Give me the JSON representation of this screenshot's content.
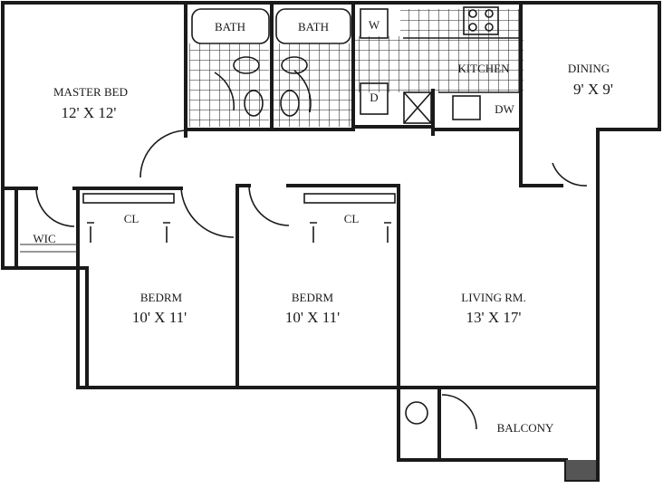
{
  "rooms": {
    "master_bed": {
      "name": "MASTER BED",
      "size": "12' X 12'"
    },
    "bath_1": {
      "name": "BATH"
    },
    "bath_2": {
      "name": "BATH"
    },
    "washer": {
      "name": "W"
    },
    "dryer": {
      "name": "D"
    },
    "kitchen": {
      "name": "KITCHEN"
    },
    "dishwasher": {
      "name": "DW"
    },
    "dining": {
      "name": "DINING",
      "size": "9' X 9'"
    },
    "wic": {
      "name": "WIC"
    },
    "closet_1": {
      "name": "CL"
    },
    "closet_2": {
      "name": "CL"
    },
    "bedroom_1": {
      "name": "BEDRM",
      "size": "10' X 11'"
    },
    "bedroom_2": {
      "name": "BEDRM",
      "size": "10' X 11'"
    },
    "living": {
      "name": "LIVING RM.",
      "size": "13' X 17'"
    },
    "balcony": {
      "name": "BALCONY"
    }
  },
  "colors": {
    "line": "#1a1a1a",
    "background": "#ffffff"
  }
}
